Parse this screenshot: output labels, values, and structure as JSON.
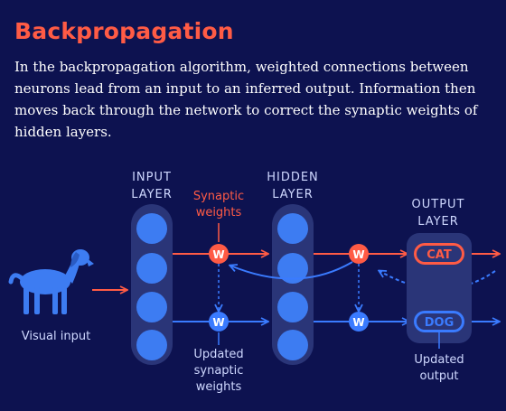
{
  "title": "Backpropagation",
  "description": "In the backpropagation algorithm, weighted connections between neurons lead from an input to an inferred output. Information then moves back through the network to correct the synaptic weights of hidden layers.",
  "labels": {
    "input_layer": [
      "INPUT",
      "LAYER"
    ],
    "hidden_layer": [
      "HIDDEN",
      "LAYER"
    ],
    "output_layer": [
      "OUTPUT",
      "LAYER"
    ],
    "synaptic_weights": [
      "Synaptic",
      "weights"
    ],
    "updated_synaptic_weights": [
      "Updated",
      "synaptic",
      "weights"
    ],
    "updated_output": [
      "Updated",
      "output"
    ],
    "visual_input": "Visual input",
    "weight_node": "W",
    "output_cat": "CAT",
    "output_dog": "DOG"
  },
  "colors": {
    "background": "#0d1250",
    "accent_red": "#ff5b45",
    "accent_blue": "#3a7bff",
    "neuron": "#3d7cf2",
    "layer_pill": "#2a3578",
    "label_text": "#cfd8ff"
  },
  "icons": {
    "visual_input": "dog-icon"
  }
}
